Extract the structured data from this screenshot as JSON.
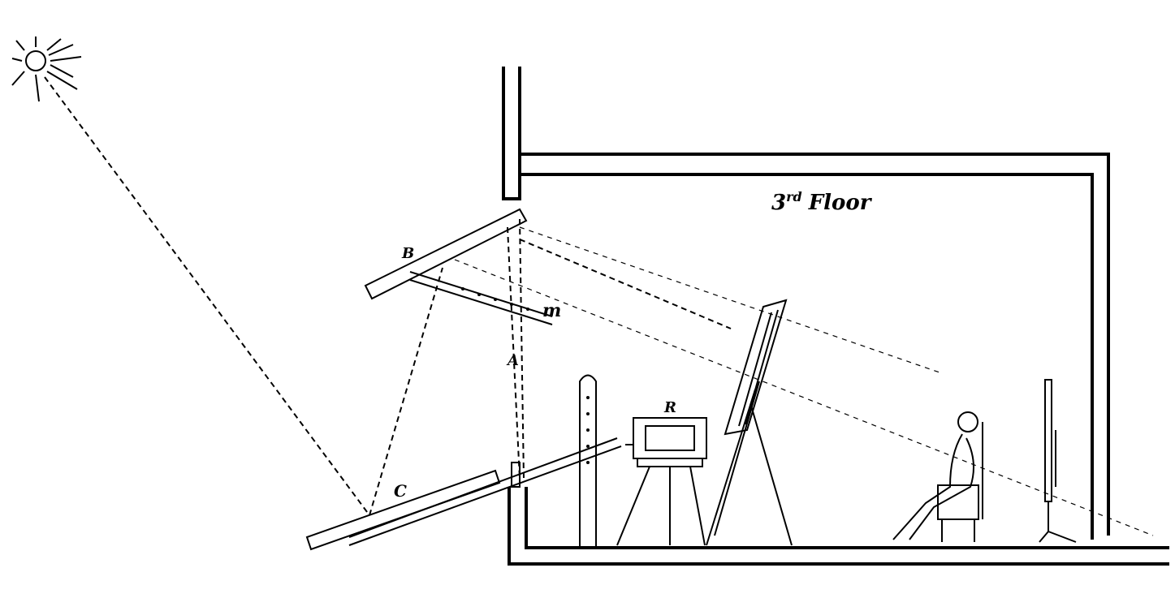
{
  "labels": {
    "floor_main": "3",
    "floor_sup": "rd",
    "floor_word": "Floor",
    "mirror_upper": "B",
    "rod": "m",
    "wall_opening": "A",
    "mirror_lower": "C",
    "camera": "R"
  },
  "colors": {
    "ink": "#000000",
    "paper": "#ffffff"
  }
}
